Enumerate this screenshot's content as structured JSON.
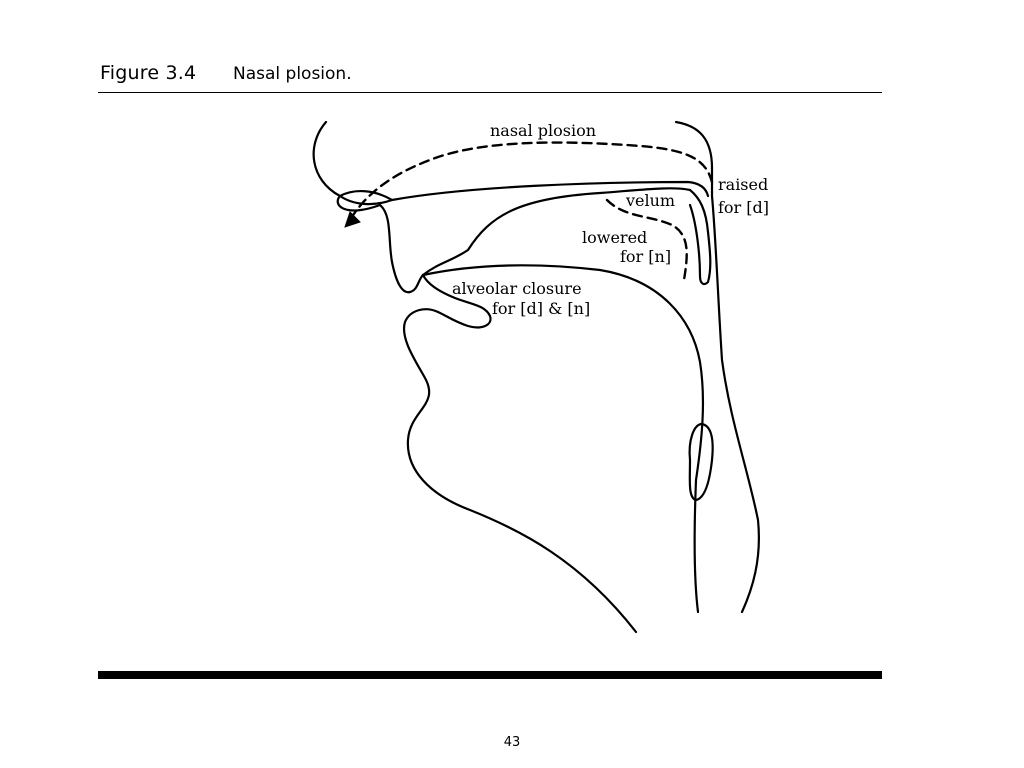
{
  "figure": {
    "number": "Figure 3.4",
    "caption": "Nasal plosion."
  },
  "diagram": {
    "labels": {
      "nasal_plosion": "nasal plosion",
      "velum": "velum",
      "raised_line1": "raised",
      "raised_line2": "for [d]",
      "lowered_line1": "lowered",
      "lowered_line2": "for [n]",
      "alveolar_line1": "alveolar closure",
      "alveolar_line2": "for [d] & [n]"
    }
  },
  "page": {
    "number": "43"
  }
}
